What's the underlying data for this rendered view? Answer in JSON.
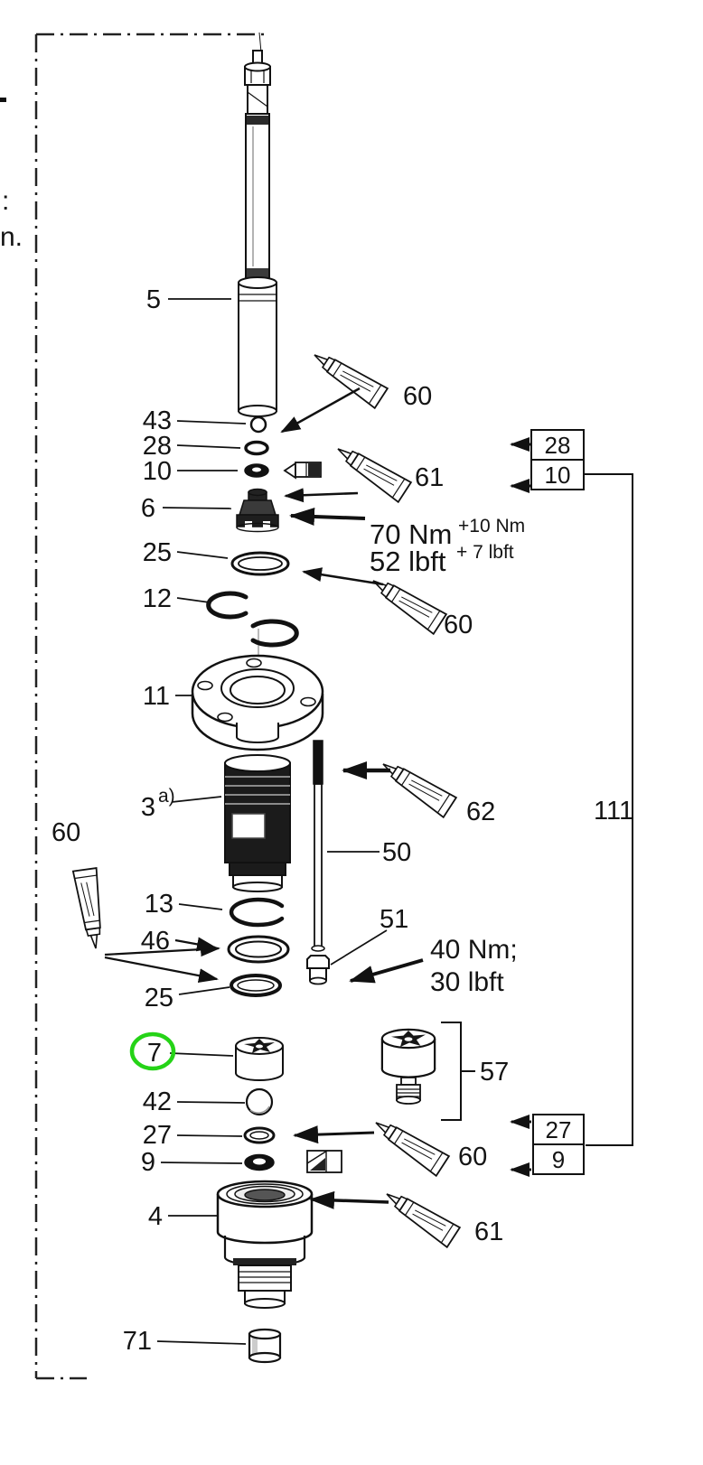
{
  "figure": {
    "type": "exploded-parts-diagram",
    "highlight": {
      "label": "7",
      "color": "#25d317"
    },
    "part_labels": {
      "p5": "5",
      "p43": "43",
      "p28": "28",
      "p10": "10",
      "p6": "6",
      "p25": "25",
      "p12": "12",
      "p11": "11",
      "p3": "3",
      "p3_suffix": "a)",
      "p50": "50",
      "p13": "13",
      "p46": "46",
      "p51": "51",
      "p7": "7",
      "p57": "57",
      "p42": "42",
      "p27": "27",
      "p9": "9",
      "p4": "4",
      "p71": "71"
    },
    "sealant_labels": {
      "s60": "60",
      "s61": "61",
      "s62": "62"
    },
    "reference_labels": {
      "r111": "111",
      "b28": "28",
      "b10": "10",
      "b27": "27",
      "b9": "9"
    },
    "torque_notes": {
      "main_nm": "70 Nm",
      "main_nm_tol": "+10 Nm",
      "main_lbft": "52 lbft",
      "main_lbft_tol": "+ 7 lbft",
      "rod_nm": "40 Nm;",
      "rod_lbft": "30 lbft"
    },
    "edge_text_fragments": {
      "f1": ":",
      "f2": "n."
    }
  }
}
